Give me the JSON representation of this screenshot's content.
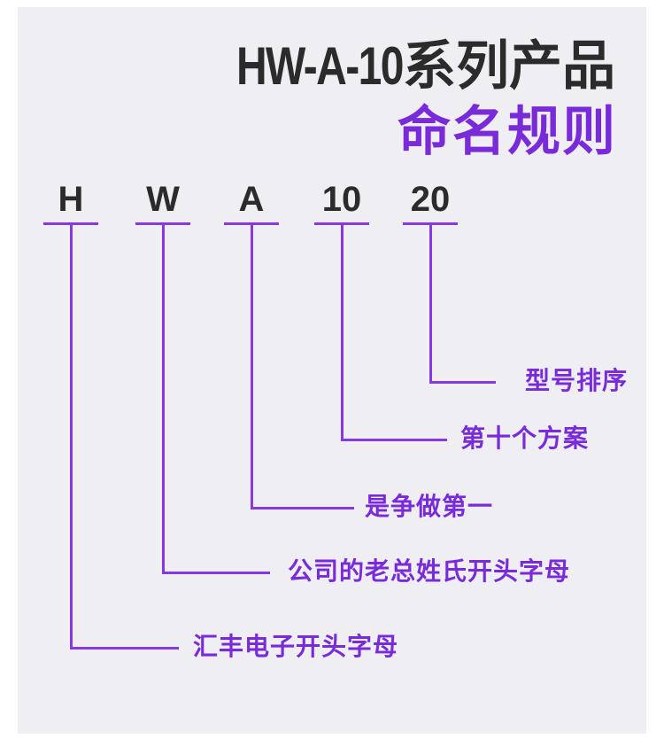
{
  "title": {
    "line1_latin": "HW-A-10",
    "line1_cjk": "系列产品",
    "line2": "命名规则"
  },
  "colors": {
    "page_background": "#ffffff",
    "panel_background": "#efeef2",
    "dark_text": "#2b2b2b",
    "purple_text": "#7a2bd9",
    "purple_line": "#8838e0"
  },
  "diagram": {
    "items": [
      {
        "code": "H",
        "label": "汇丰电子开头字母"
      },
      {
        "code": "W",
        "label": "公司的老总姓氏开头字母"
      },
      {
        "code": "A",
        "label": "是争做第一"
      },
      {
        "code": "10",
        "label": "第十个方案"
      },
      {
        "code": "20",
        "label": "型号排序"
      }
    ]
  }
}
